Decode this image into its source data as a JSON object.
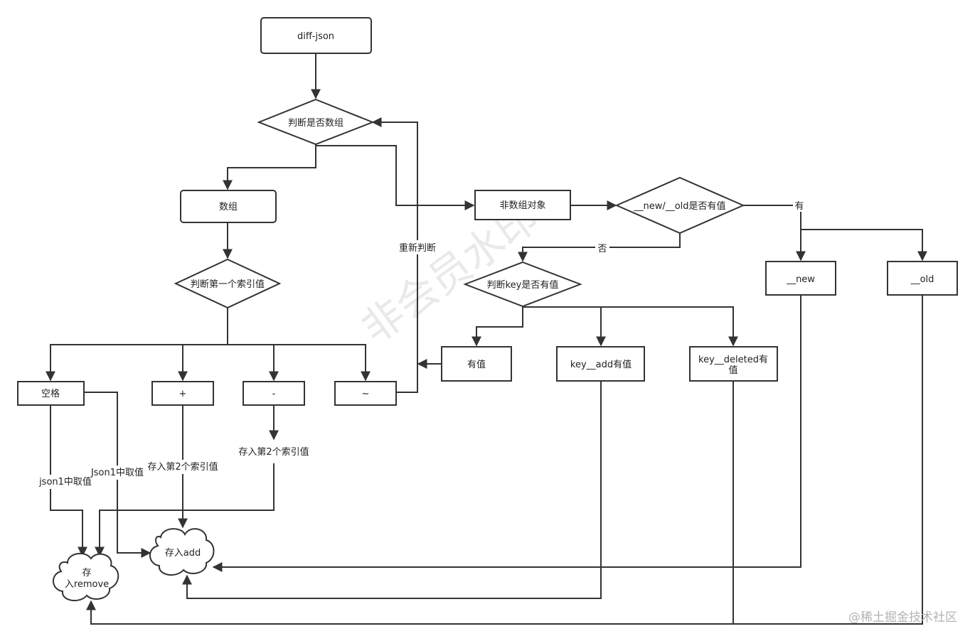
{
  "nodes": {
    "diff_json": "diff-json",
    "is_array": "判断是否数组",
    "array": "数组",
    "first_index": "判断第一个索引值",
    "space": "空格",
    "plus": "+",
    "minus": "-",
    "tilde": "~",
    "non_array": "非数组对象",
    "new_old": "__new/__old是否有值",
    "key_has": "判断key是否有值",
    "has_value": "有值",
    "key_add": "key__add有值",
    "key_deleted_1": "key__deleted有",
    "key_deleted_2": "值",
    "new": "__new",
    "old": "__old",
    "remove_1": "存",
    "remove_2": "入remove",
    "add": "存入add"
  },
  "edge_labels": {
    "rejudge": "重新判断",
    "yes": "有",
    "no": "否",
    "json1_value": "json1中取值",
    "json1_value_cap": "Json1中取值",
    "store_second_plus": "存入第2个索引值",
    "store_second_minus": "存入第2个索引值"
  },
  "watermark": "非会员水印",
  "footer": "@稀土掘金技术社区",
  "colors": {
    "stroke": "#333333",
    "fill": "#ffffff",
    "watermark": "#d8d8d8",
    "footer": "#b3b3b3"
  }
}
